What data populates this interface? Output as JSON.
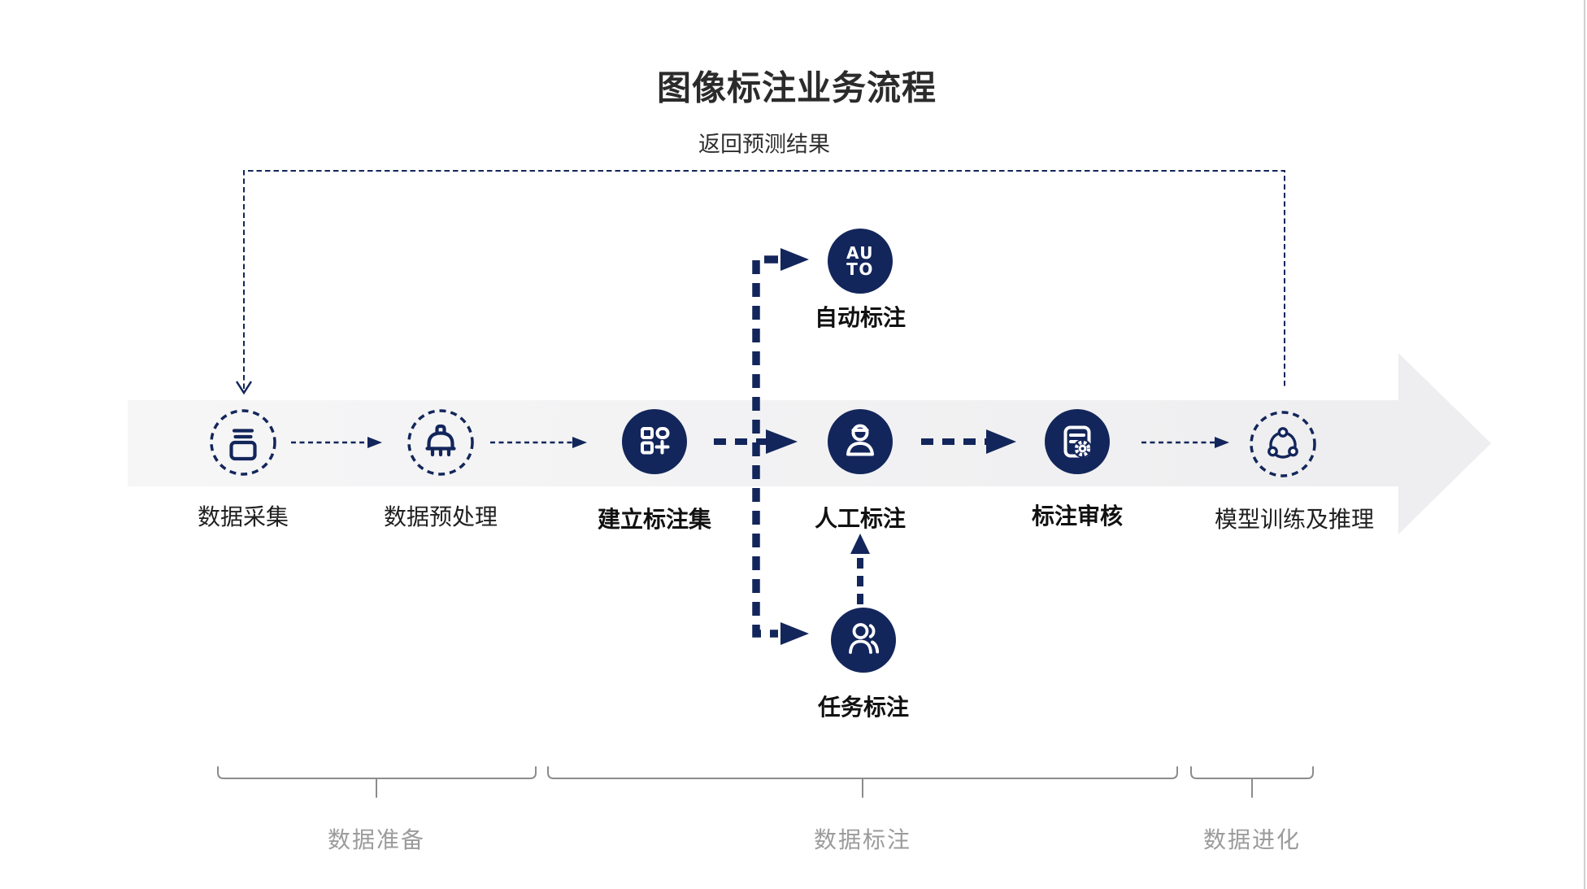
{
  "title": "图像标注业务流程",
  "feedback": {
    "label": "返回预测结果"
  },
  "steps": [
    {
      "label": "数据采集",
      "icon": "archive-icon",
      "node_style": "dashed",
      "emphasis": false
    },
    {
      "label": "数据预处理",
      "icon": "brush-icon",
      "node_style": "dashed",
      "emphasis": false
    },
    {
      "label": "建立标注集",
      "icon": "dataset-plus-icon",
      "node_style": "filled",
      "emphasis": true
    },
    {
      "label": "人工标注",
      "icon": "person-icon",
      "node_style": "filled",
      "emphasis": true
    },
    {
      "label": "标注审核",
      "icon": "doc-gear-icon",
      "node_style": "filled",
      "emphasis": true
    },
    {
      "label": "模型训练及推理",
      "icon": "network-icon",
      "node_style": "dashed",
      "emphasis": false
    }
  ],
  "branches": {
    "auto": {
      "label": "自动标注",
      "icon_lines": [
        "AU",
        "TO"
      ]
    },
    "task": {
      "label": "任务标注",
      "icon": "people-icon"
    }
  },
  "phases": [
    {
      "label": "数据准备"
    },
    {
      "label": "数据标注"
    },
    {
      "label": "数据进化"
    }
  ],
  "colors": {
    "navy": "#13265B",
    "band_light": "#F6F6F7",
    "band_dark": "#EEEEF0",
    "bracket_gray": "#8C8C8C",
    "phase_text_gray": "#9B9B9B",
    "title_text": "#2B2B2B"
  }
}
